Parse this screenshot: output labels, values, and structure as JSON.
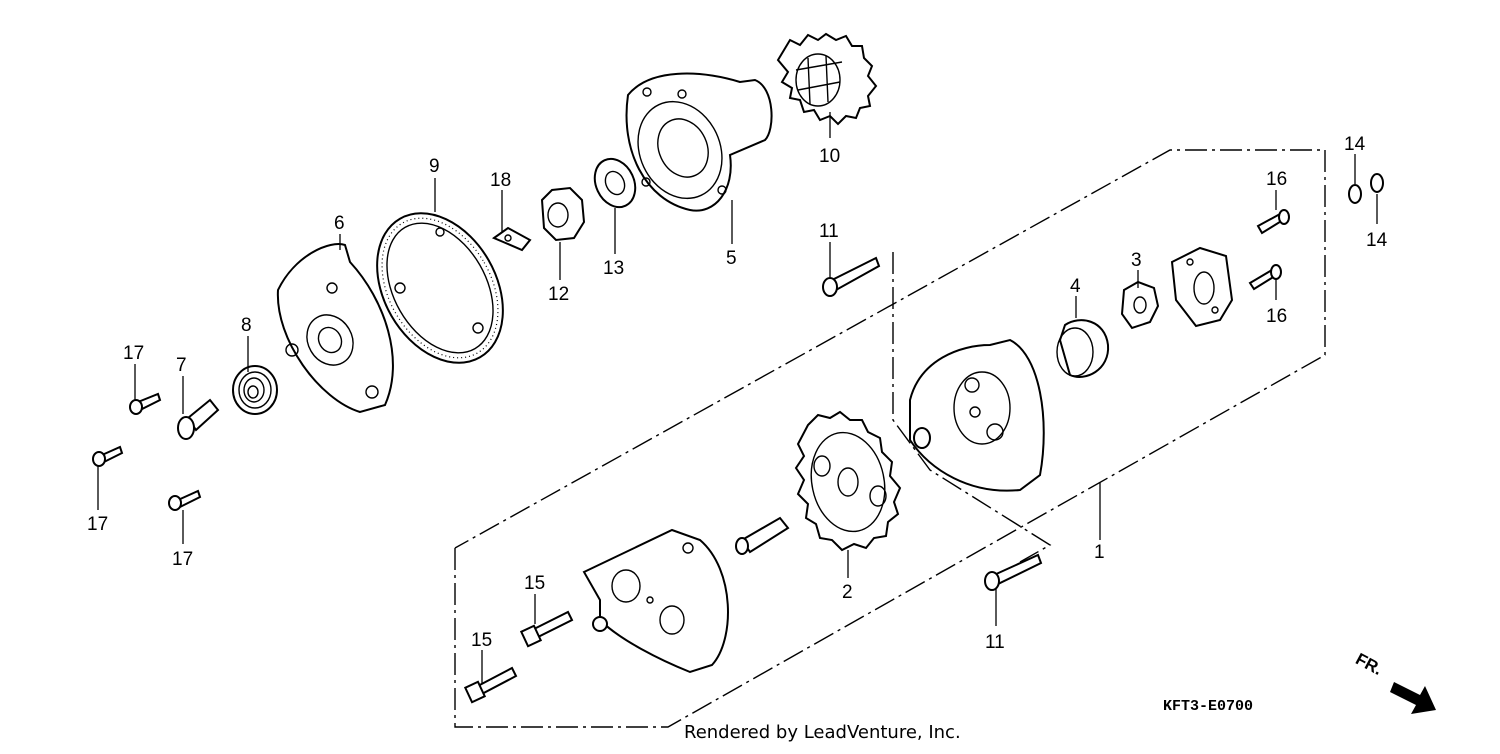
{
  "diagram": {
    "callouts": [
      {
        "id": "c1",
        "text": "1"
      },
      {
        "id": "c2",
        "text": "2"
      },
      {
        "id": "c3",
        "text": "3"
      },
      {
        "id": "c4",
        "text": "4"
      },
      {
        "id": "c5",
        "text": "5"
      },
      {
        "id": "c6",
        "text": "6"
      },
      {
        "id": "c7",
        "text": "7"
      },
      {
        "id": "c8",
        "text": "8"
      },
      {
        "id": "c9",
        "text": "9"
      },
      {
        "id": "c10",
        "text": "10"
      },
      {
        "id": "c11a",
        "text": "11"
      },
      {
        "id": "c11b",
        "text": "11"
      },
      {
        "id": "c12",
        "text": "12"
      },
      {
        "id": "c13",
        "text": "13"
      },
      {
        "id": "c14a",
        "text": "14"
      },
      {
        "id": "c14b",
        "text": "14"
      },
      {
        "id": "c15a",
        "text": "15"
      },
      {
        "id": "c15b",
        "text": "15"
      },
      {
        "id": "c16a",
        "text": "16"
      },
      {
        "id": "c16b",
        "text": "16"
      },
      {
        "id": "c17a",
        "text": "17"
      },
      {
        "id": "c17b",
        "text": "17"
      },
      {
        "id": "c17c",
        "text": "17"
      },
      {
        "id": "c18",
        "text": "18"
      }
    ],
    "diagram_code": "KFT3-E0700",
    "front_indicator": "FR.",
    "credit": "Rendered by LeadVenture, Inc."
  }
}
